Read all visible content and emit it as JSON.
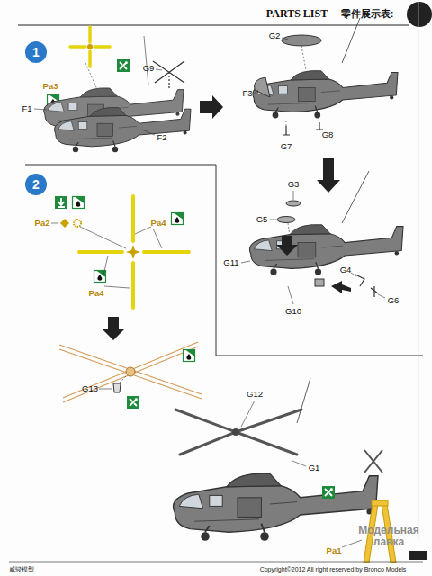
{
  "diagram": {
    "title": "PARTS LIST",
    "nodes": [
      {
        "text": [
          "1"
        ]
      },
      {
        "text": [
          "2"
        ]
      }
    ],
    "labels": [
      "零件展示表:",
      "Pa3",
      "F1",
      "G9",
      "F2",
      "F3",
      "G2",
      "G7",
      "G8",
      "G3",
      "G5",
      "G11",
      "G10",
      "G4",
      "G6",
      "Pa2",
      "Pa4",
      "Pa4",
      "G13",
      "G12",
      "G1",
      "Pa1",
      "威骏模型",
      "Copyright©2012  All right reserved by Bronco Models",
      "Модельная лавка"
    ]
  }
}
